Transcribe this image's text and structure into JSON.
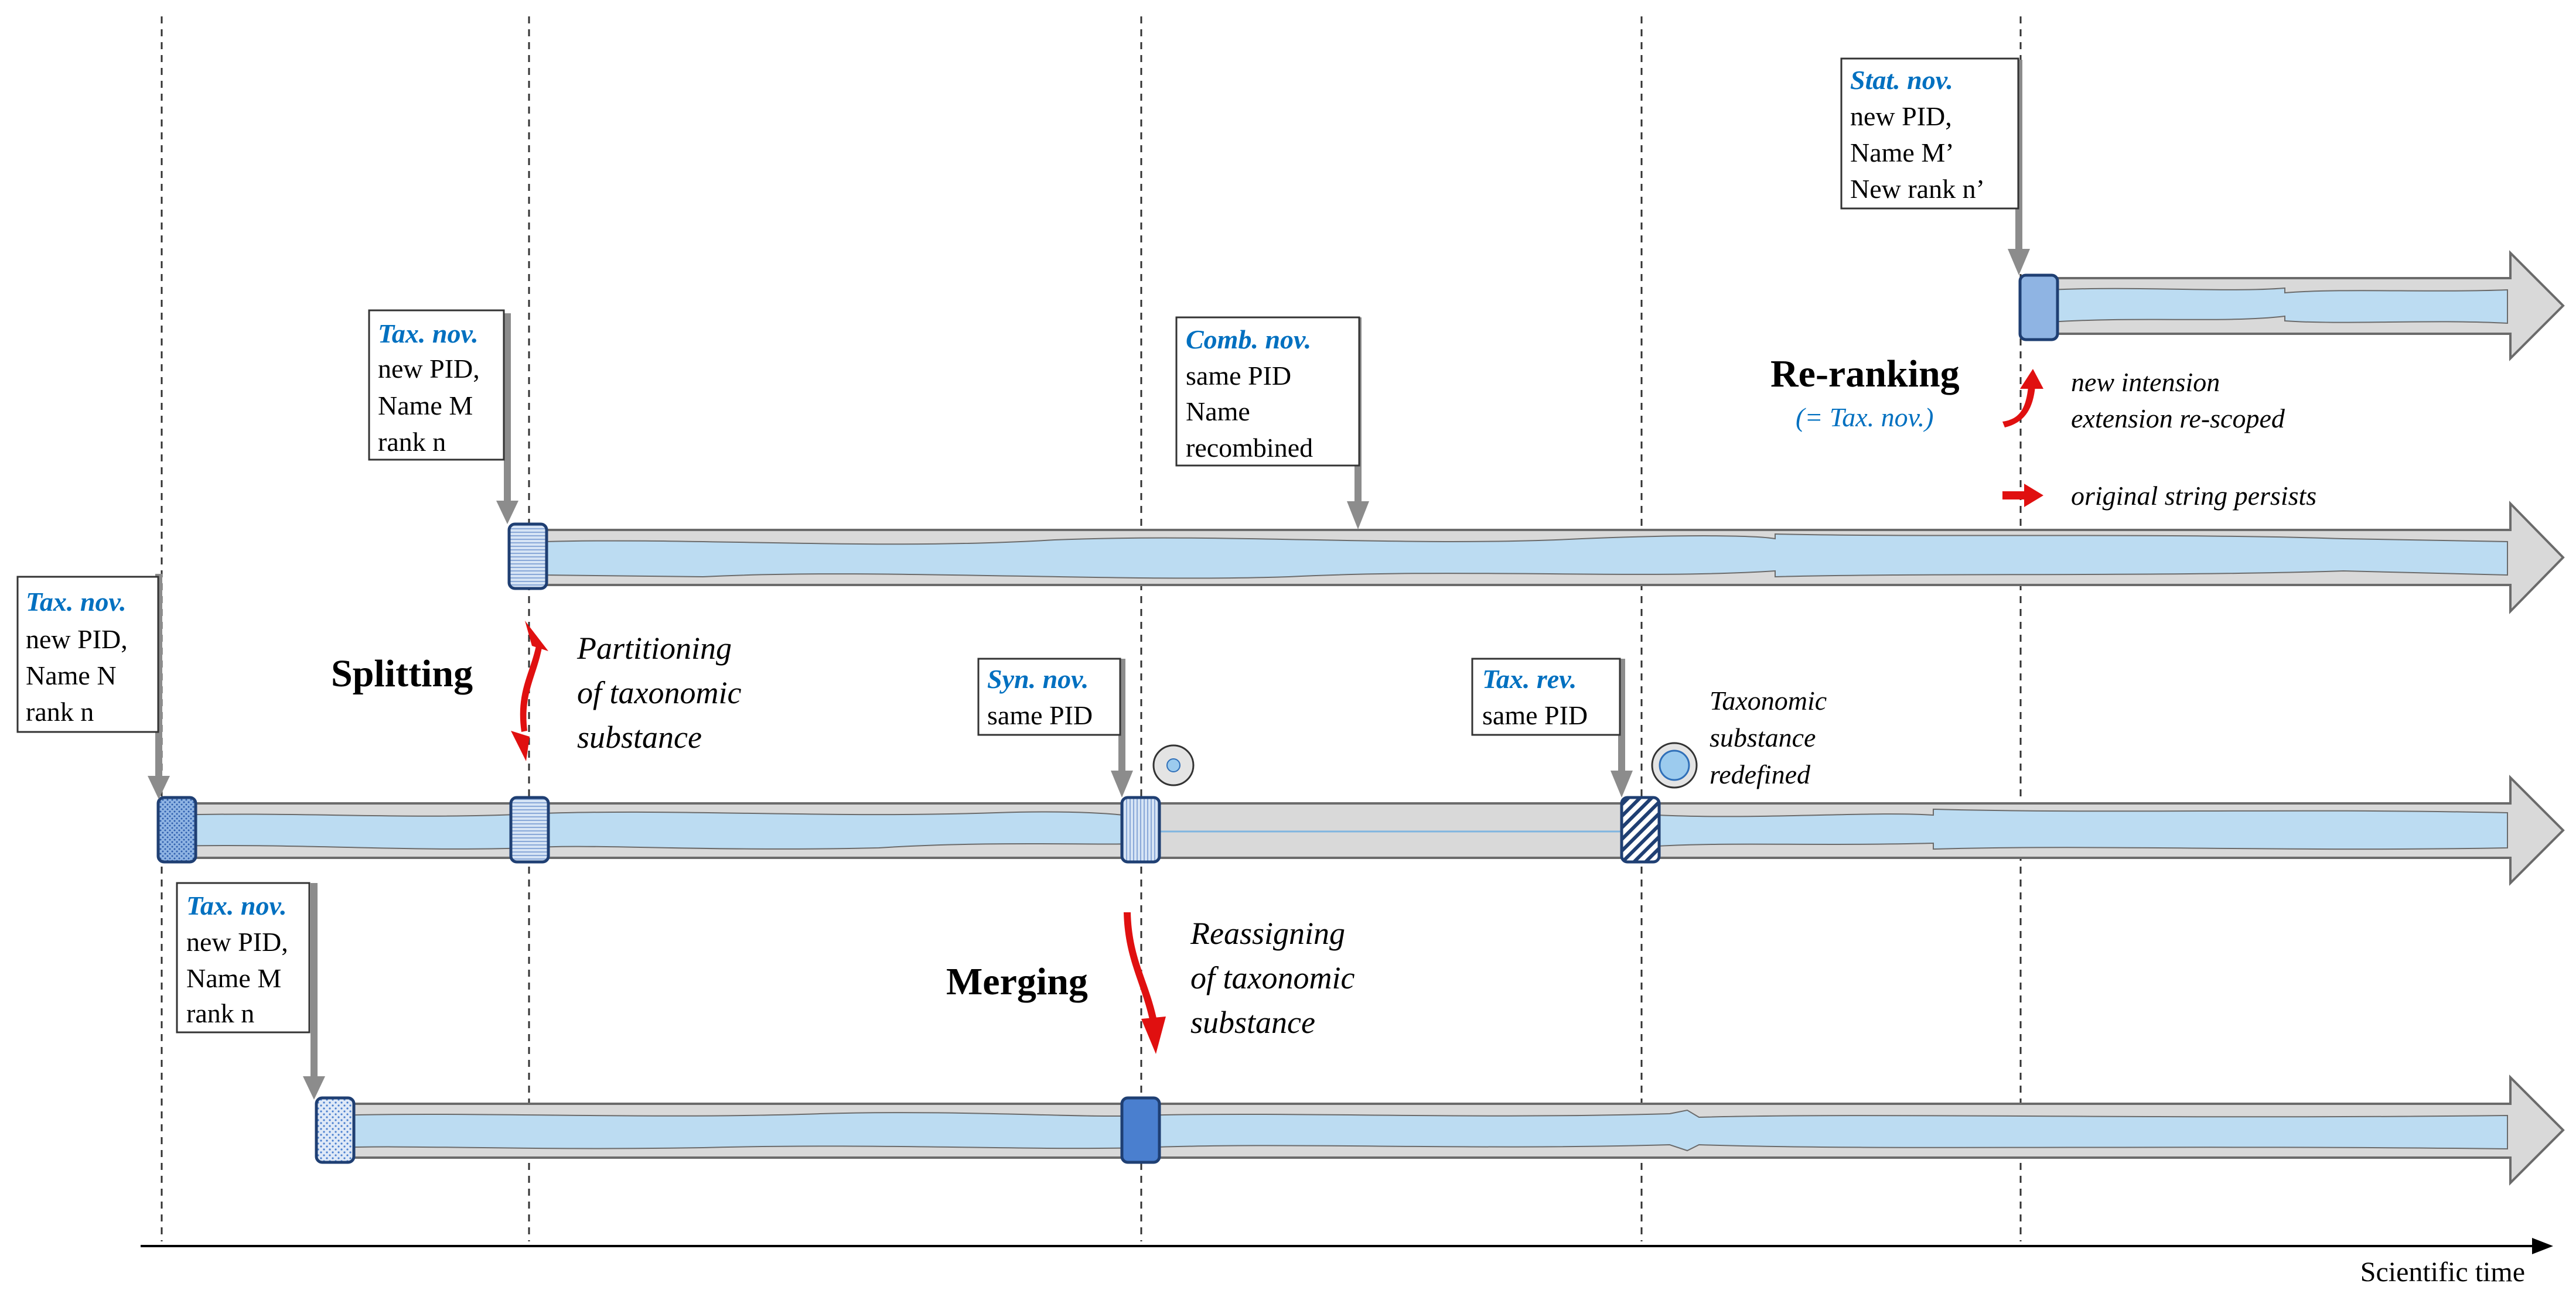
{
  "colors": {
    "arrow_gray": "#d9d9d9",
    "arrow_outline": "#6b6b6b",
    "stream_blue": "#bcdcf2",
    "node_blue": "#8fb4e3",
    "node_light": "#d6e4f5",
    "node_dark": "#4a7fcf",
    "accent_blue": "#0070c0",
    "red": "#e01010",
    "pointer_gray": "#8c8c8c"
  },
  "axis": {
    "label": "Scientific time"
  },
  "boxes": {
    "tax_nov_left": {
      "title": "Tax. nov.",
      "lines": [
        "new PID,",
        "Name N",
        "rank n"
      ]
    },
    "tax_nov_top": {
      "title": "Tax. nov.",
      "lines": [
        "new PID,",
        "Name M",
        "rank n"
      ]
    },
    "tax_nov_bottom": {
      "title": "Tax. nov.",
      "lines": [
        "new PID,",
        "Name M",
        "rank n"
      ]
    },
    "comb_nov": {
      "title": "Comb. nov.",
      "lines": [
        "same PID",
        "Name",
        "recombined"
      ]
    },
    "syn_nov": {
      "title": "Syn. nov.",
      "lines": [
        "same PID"
      ]
    },
    "tax_rev": {
      "title": "Tax. rev.",
      "lines": [
        "same PID"
      ]
    },
    "stat_nov": {
      "title": "Stat. nov.",
      "lines": [
        "new PID,",
        "Name M’",
        "New rank n’"
      ]
    }
  },
  "labels": {
    "splitting": "Splitting",
    "partitioning": [
      "Partitioning",
      "of taxonomic",
      "substance"
    ],
    "merging": "Merging",
    "reassigning": [
      "Reassigning",
      "of taxonomic",
      "substance"
    ],
    "reranking": "Re-ranking",
    "reranking_sub": "(= Tax. nov.)",
    "new_intension": [
      "new intension",
      "extension re-scoped"
    ],
    "original_string": "original string persists",
    "substance_redefined": [
      "Taxonomic",
      "substance",
      "redefined"
    ]
  }
}
